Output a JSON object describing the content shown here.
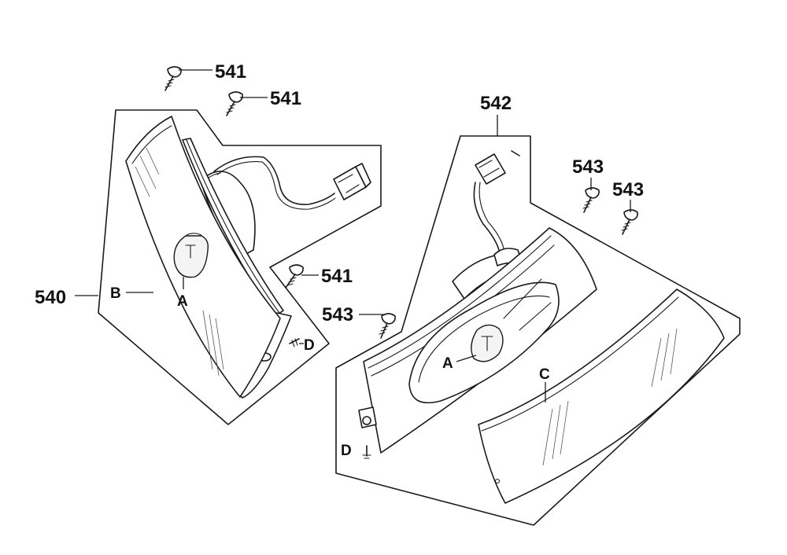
{
  "parts": {
    "p540": "540",
    "p541_a": "541",
    "p541_b": "541",
    "p541_c": "541",
    "p542": "542",
    "p543_a": "543",
    "p543_b": "543",
    "p543_c": "543"
  },
  "letters": {
    "a_left": "A",
    "b_left": "B",
    "d_left": "D",
    "a_right": "A",
    "c_right": "C",
    "d_right": "D"
  }
}
